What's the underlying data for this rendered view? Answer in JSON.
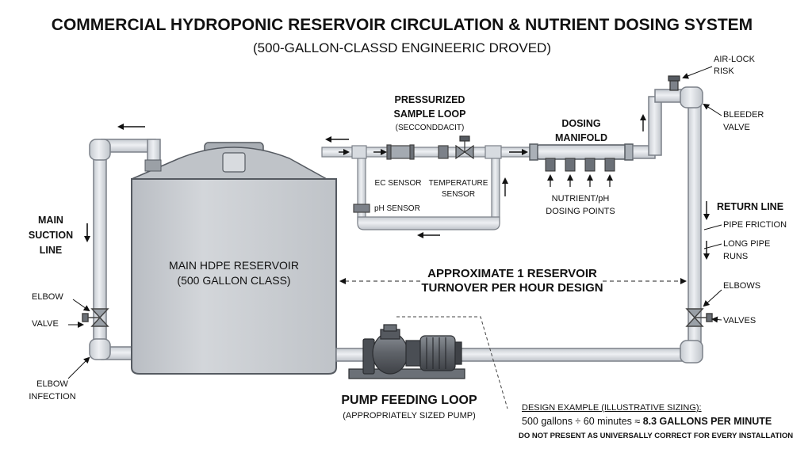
{
  "title": "COMMERCIAL HYDROPONIC RESERVOIR CIRCULATION & NUTRIENT DOSING SYSTEM",
  "subtitle": "(500-GALLON-CLASSD ENGINEERIC DROVED)",
  "reservoir": {
    "title": "MAIN HDPE RESERVOIR",
    "subtitle": "(500 GALLON CLASS)"
  },
  "left_labels": {
    "main_suction_1": "MAIN",
    "main_suction_2": "SUCTION",
    "main_suction_3": "LINE",
    "elbow": "ELBOW",
    "valve": "VALVE",
    "elbow_infection_1": "ELBOW",
    "elbow_infection_2": "INFECTION"
  },
  "sample_loop": {
    "title_1": "PRESSURIZED",
    "title_2": "SAMPLE LOOP",
    "subtitle": "(SECCONDDACIT)",
    "ec_sensor": "EC SENSOR",
    "temp_sensor_1": "TEMPERATURE",
    "temp_sensor_2": "SENSOR",
    "ph_sensor": "pH SENSOR"
  },
  "manifold": {
    "title_1": "DOSING",
    "title_2": "MANIFOLD",
    "points_1": "NUTRIENT/pH",
    "points_2": "DOSING POINTS"
  },
  "right_labels": {
    "air_lock_1": "AIR-LOCK",
    "air_lock_2": "RISK",
    "bleeder_1": "BLEEDER",
    "bleeder_2": "VALVE",
    "return_line": "RETURN LINE",
    "pipe_friction": "PIPE FRICTION",
    "long_pipe_1": "LONG PIPE",
    "long_pipe_2": "RUNS",
    "elbows": "ELBOWS",
    "valves": "VALVES"
  },
  "turnover": {
    "line_1": "APPROXIMATE 1 RESERVOIR",
    "line_2": "TURNOVER PER HOUR DESIGN"
  },
  "pump": {
    "title": "PUMP FEEDING LOOP",
    "subtitle": "(APPROPRIATELY SIZED PUMP)"
  },
  "design_example": {
    "heading": "DESIGN EXAMPLE (ILLUSTRATIVE SIZING):",
    "formula": "500 gallons ÷ 60 minutes ≈ ",
    "result": "8.3 GALLONS PER MINUTE",
    "note": "DO NOT PRESENT AS UNIVERSALLY CORRECT FOR EVERY INSTALLATION"
  },
  "colors": {
    "tank": "#c9cdd2",
    "tank_edge": "#6b7077",
    "pipe": "#dfe3e8",
    "pipe_edge": "#7c8189",
    "pump": "#5e6268",
    "ink": "#111111"
  }
}
